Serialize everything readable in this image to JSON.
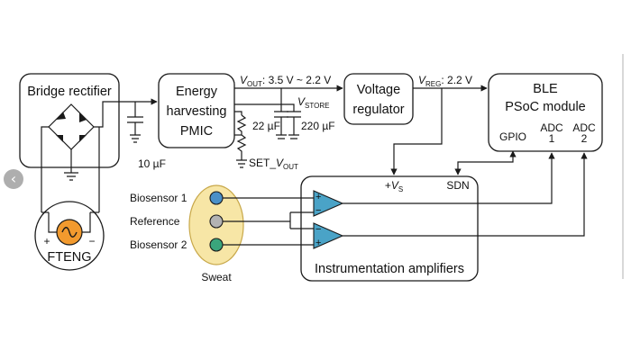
{
  "nav": {
    "prev_glyph": "‹",
    "prev_icon": "chevron-left-icon"
  },
  "blocks": {
    "bridge": "Bridge rectifier",
    "pmic_1": "Energy",
    "pmic_2": "harvesting",
    "pmic_3": "PMIC",
    "regulator_1": "Voltage",
    "regulator_2": "regulator",
    "ble_1": "BLE",
    "ble_2": "PSoC module",
    "gpio": "GPIO",
    "adc1_a": "ADC",
    "adc1_b": "1",
    "adc2_a": "ADC",
    "adc2_b": "2",
    "amps": "Instrumentation amplifiers",
    "fteng": "FTENG"
  },
  "labels": {
    "vout_v": "V",
    "vout_sub": "OUT",
    "vout_range": ": 3.5 V ~ 2.2 V",
    "vreg_v": "V",
    "vreg_sub": "REG",
    "vreg_value": ": 2.2 V",
    "vstore_v": "V",
    "vstore_sub": "STORE",
    "cap_22": "22 µF",
    "cap_220": "220 µF",
    "cap_10": "10 µF",
    "set_prefix": "SET_",
    "set_v": "V",
    "set_sub": "OUT",
    "vs_prefix": "+",
    "vs_v": "V",
    "vs_sub": "S",
    "sdn": "SDN",
    "biosensor1": "Biosensor 1",
    "reference": "Reference",
    "biosensor2": "Biosensor 2",
    "sweat": "Sweat",
    "plus": "+",
    "minus": "−"
  },
  "colors": {
    "sensor_blue": "#4a90c8",
    "sensor_gray": "#b3b3b3",
    "sensor_green": "#3aa57c",
    "sweat_fill": "#f7e6a6",
    "sweat_stroke": "#c8a84a",
    "amp_fill": "#4aa3c7",
    "source_fill": "#f29a2e"
  }
}
